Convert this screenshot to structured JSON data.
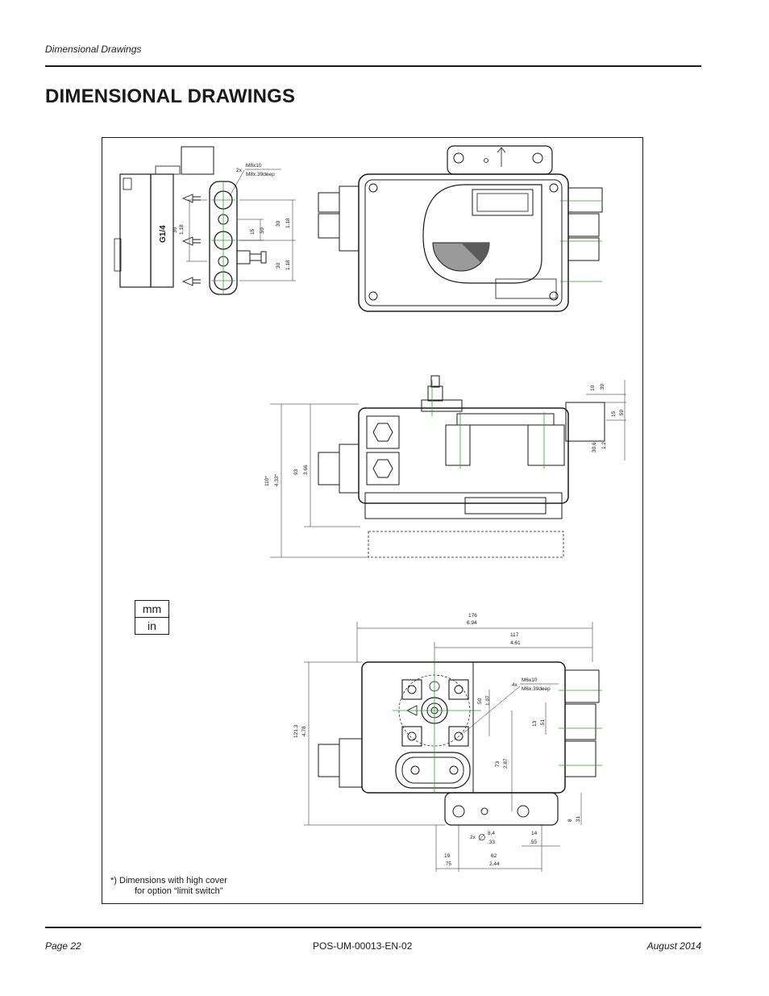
{
  "header": {
    "section": "Dimensional Drawings"
  },
  "page_title": "DIMENSIONAL DRAWINGS",
  "drawing": {
    "units": {
      "primary": "mm",
      "secondary": "in"
    },
    "note_line1": "*)  Dimensions with high cover",
    "note_line2": "for option “limit switch”",
    "side_view": {
      "thread_callout_count": "2x",
      "thread_mm": "M8x10",
      "thread_in": "M8x.39deep",
      "port_label": "G1/4",
      "dim_30_mm": "30",
      "dim_30_in": "1.18",
      "dim_15_mm": "15",
      "dim_15_in": ".59",
      "dim_30b_mm": "30",
      "dim_30b_in": "1.18"
    },
    "front_view": {
      "dim_110_mm": "110*",
      "dim_110_in": "4.33*",
      "dim_93_mm": "93",
      "dim_93_in": "3.66",
      "dim_10_mm": "10",
      "dim_10_in": ".39",
      "dim_15_mm": "15",
      "dim_15_in": ".59",
      "dim_306_mm": "30,6",
      "dim_306_in": "1.2"
    },
    "bottom_view": {
      "dim_176_mm": "176",
      "dim_176_in": "6.94",
      "dim_117_mm": "117",
      "dim_117_in": "4.61",
      "dim_1213_mm": "121.3",
      "dim_1213_in": "4.78",
      "thread_callout_count": "4x",
      "thread_mm": "M6x10",
      "thread_in": "M6x.39deep",
      "dim_50_mm": "50",
      "dim_50_in": "1.97",
      "dim_13_mm": "13",
      "dim_13_in": ".51",
      "dim_73_mm": "73",
      "dim_73_in": "2.87",
      "dim_8_mm": "8",
      "dim_8_in": ".31",
      "hole_count": "2x",
      "hole_symbol": "∅",
      "dim_84_mm": "8,4",
      "dim_84_in": ".33",
      "dim_14_mm": "14",
      "dim_14_in": ".55",
      "dim_19_mm": "19",
      "dim_19_in": ".75",
      "dim_62_mm": "62",
      "dim_62_in": "2.44"
    }
  },
  "footer": {
    "page": "Page 22",
    "doc_id": "POS-UM-00013-EN-02",
    "date": "August 2014"
  }
}
